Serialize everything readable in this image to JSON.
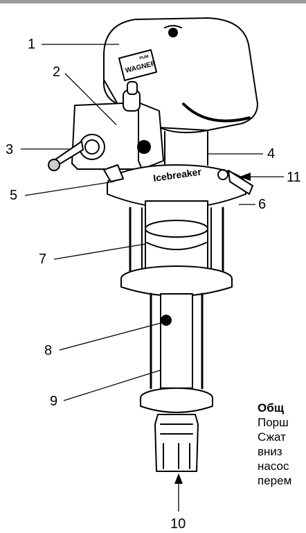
{
  "labels": {
    "n1": "1",
    "n2": "2",
    "n3": "3",
    "n4": "4",
    "n5": "5",
    "n6": "6",
    "n7": "7",
    "n8": "8",
    "n9": "9",
    "n10": "10",
    "n11": "11"
  },
  "logo": {
    "brand": "WAGNER",
    "model": "Icebreaker",
    "small_text": "PUM"
  },
  "caption": {
    "title": "Общ",
    "lines": [
      "Порш",
      "Сжат",
      "вниз",
      "насос",
      "перем"
    ]
  }
}
